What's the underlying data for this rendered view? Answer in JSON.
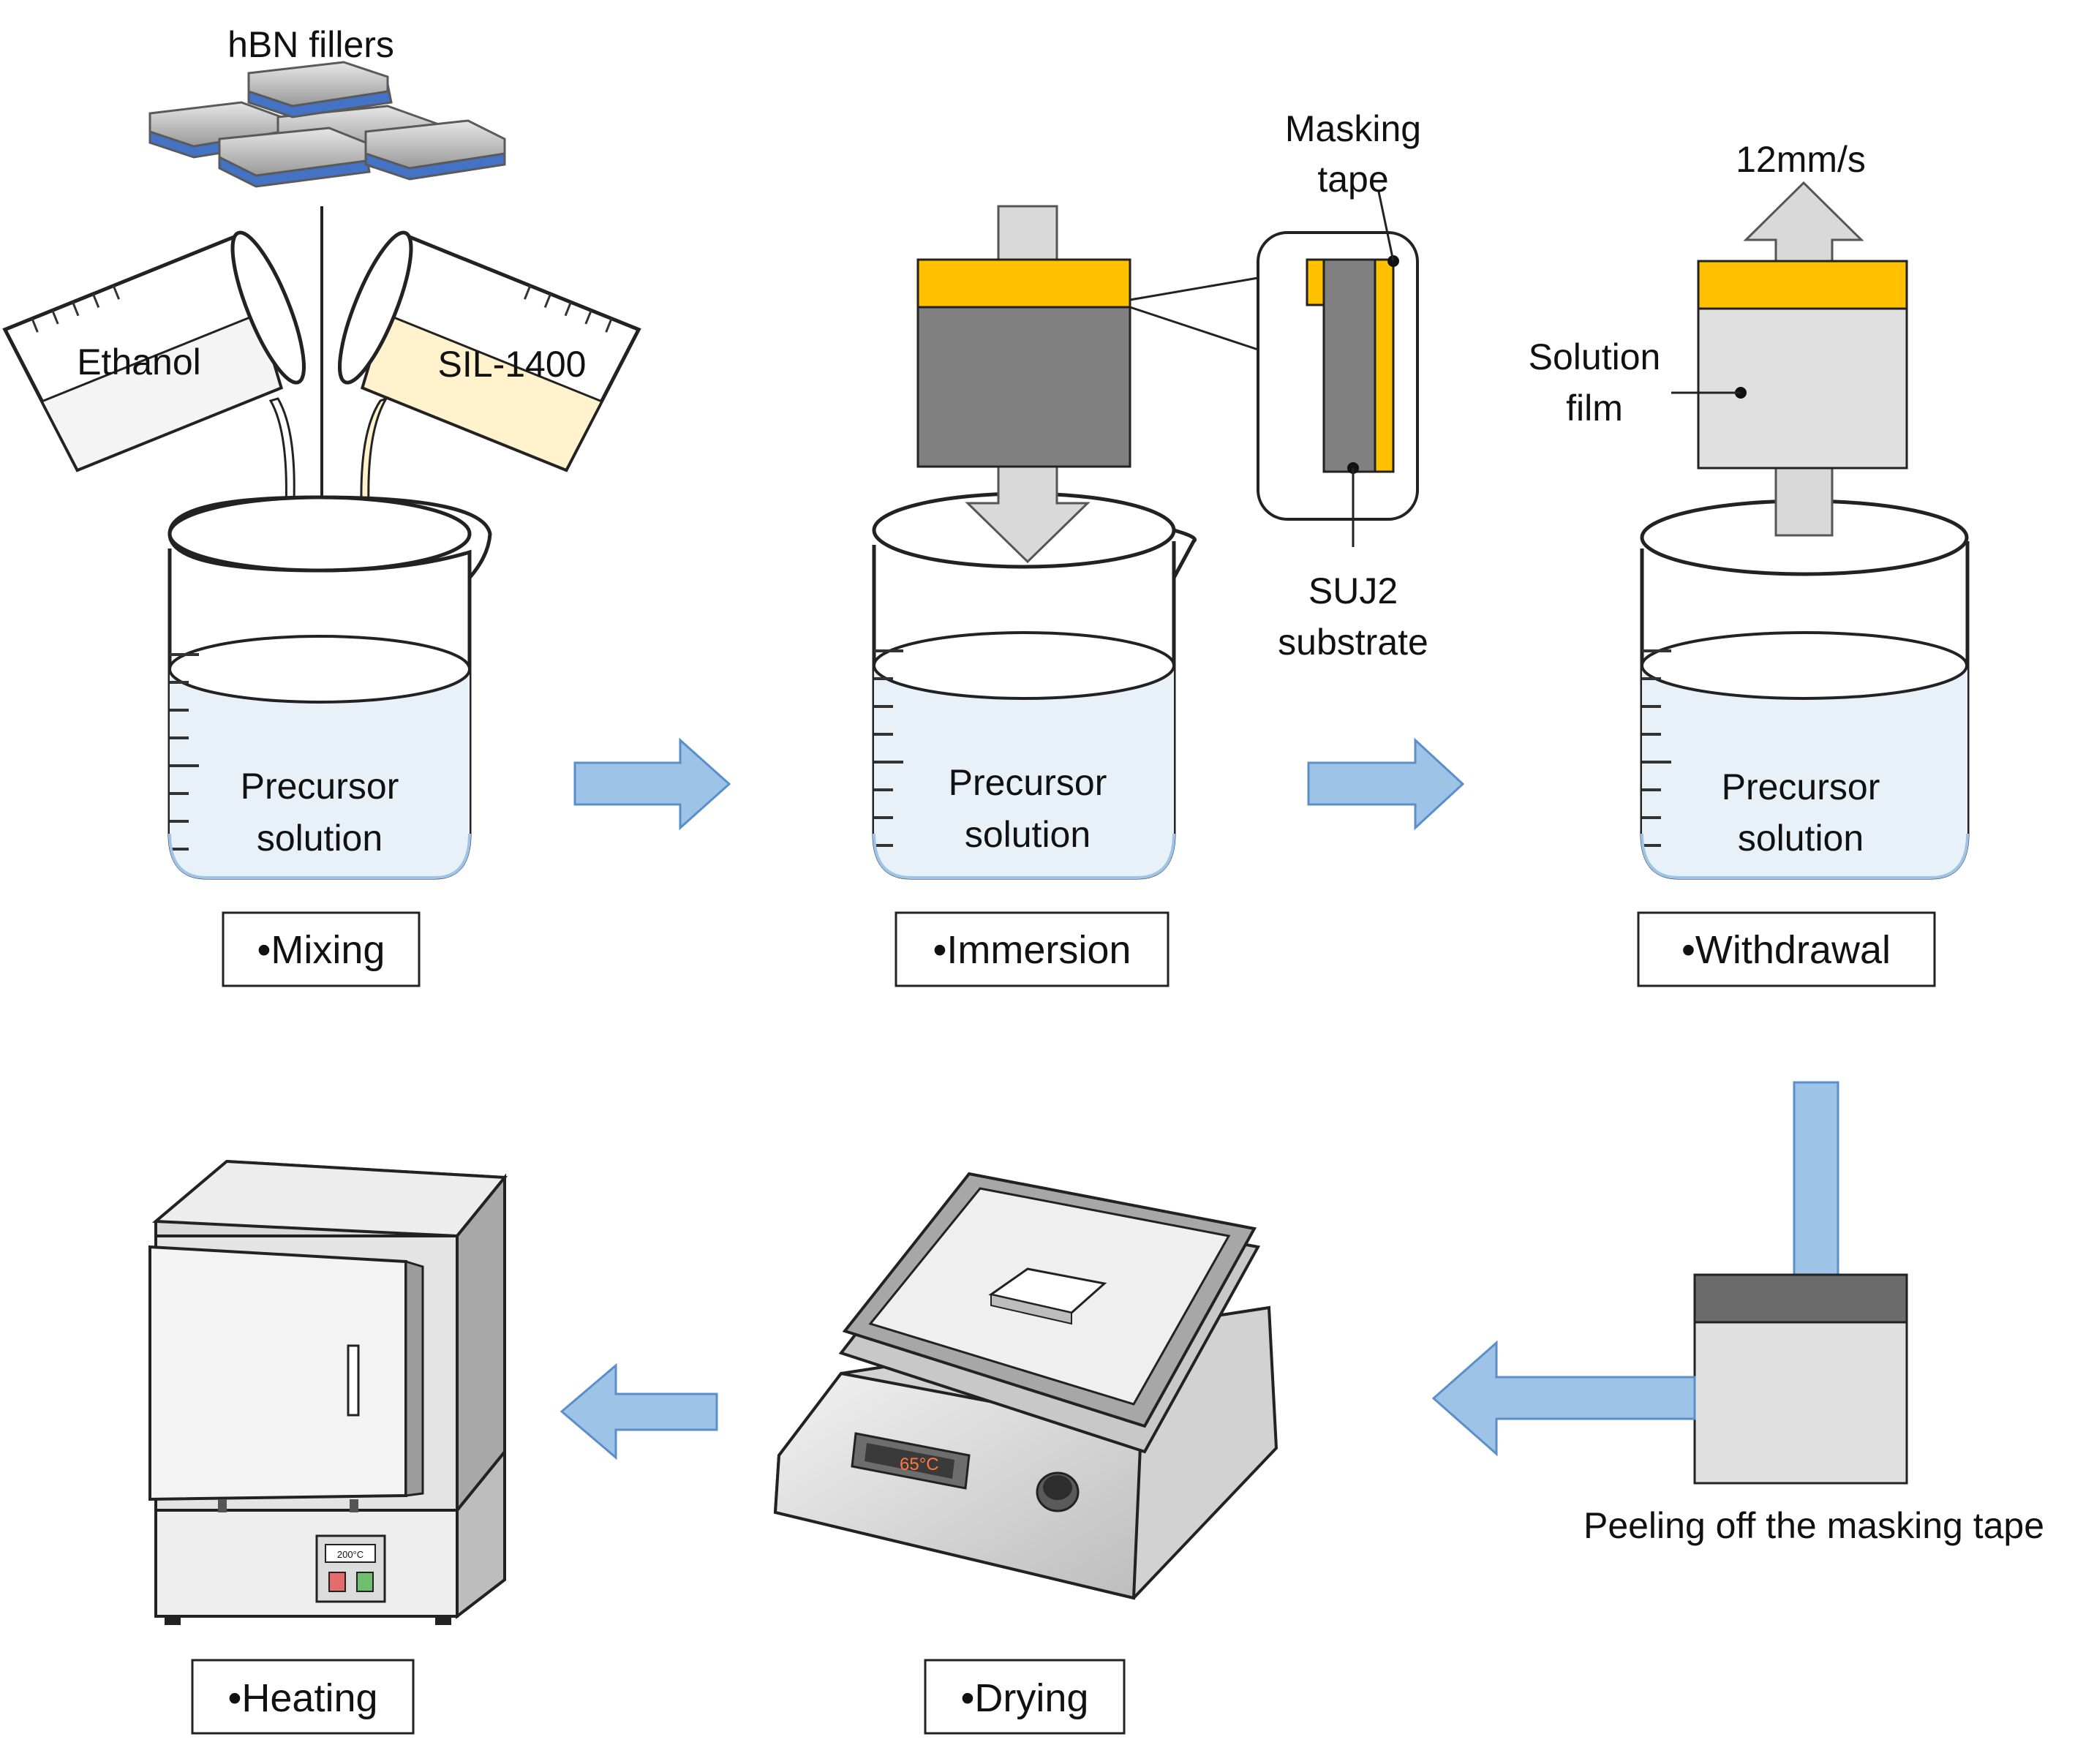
{
  "mixing": {
    "fillers_label": "hBN fillers",
    "ethanol_label": "Ethanol",
    "sil_label": "SIL-1400",
    "solution_line1": "Precursor",
    "solution_line2": "solution",
    "step_label": "•Mixing"
  },
  "immersion": {
    "masking_line1": "Masking",
    "masking_line2": "tape",
    "substrate_line1": "SUJ2",
    "substrate_line2": "substrate",
    "solution_line1": "Precursor",
    "solution_line2": "solution",
    "step_label": "•Immersion"
  },
  "withdrawal": {
    "speed_label": "12mm/s",
    "film_line1": "Solution",
    "film_line2": "film",
    "solution_line1": "Precursor",
    "solution_line2": "solution",
    "step_label": "•Withdrawal"
  },
  "peeling": {
    "caption": "Peeling off the masking tape"
  },
  "drying": {
    "display_text": "65°C",
    "step_label": "•Drying"
  },
  "heating": {
    "display_text": "200°C",
    "step_label": "•Heating"
  },
  "colors": {
    "masking_tape": "#FFC000",
    "substrate": "#808080",
    "flow_arrow": "#9DC3E6",
    "sil_liquid": "#FFF2CC",
    "solution_film": "#E0E0E0"
  }
}
